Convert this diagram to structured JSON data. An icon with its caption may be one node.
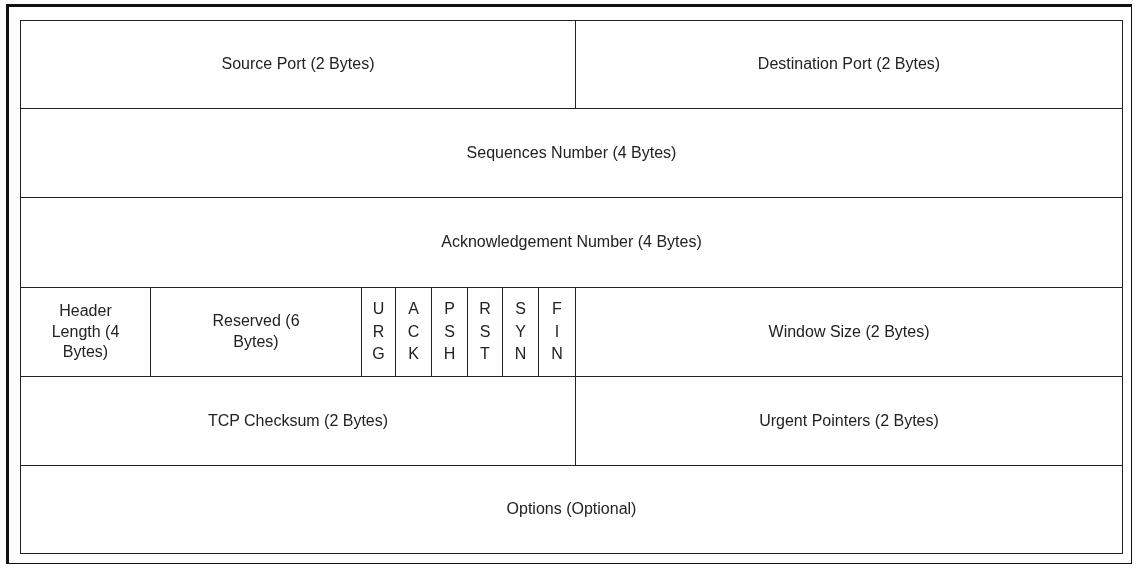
{
  "diagram": {
    "labels": [
      "Source Port (2 Bytes)",
      "Destination Port (2 Bytes)",
      "Sequences Number (4 Bytes)",
      "Acknowledgement Number (4 Bytes)",
      "Header Length (4 Bytes)",
      "Reserved (6 Bytes)",
      "URG",
      "ACK",
      "PSH",
      "RST",
      "SYN",
      "FIN",
      "Window Size (2 Bytes)",
      "TCP Checksum (2 Bytes)",
      "Urgent Pointers (2 Bytes)",
      "Options (Optional)"
    ]
  }
}
